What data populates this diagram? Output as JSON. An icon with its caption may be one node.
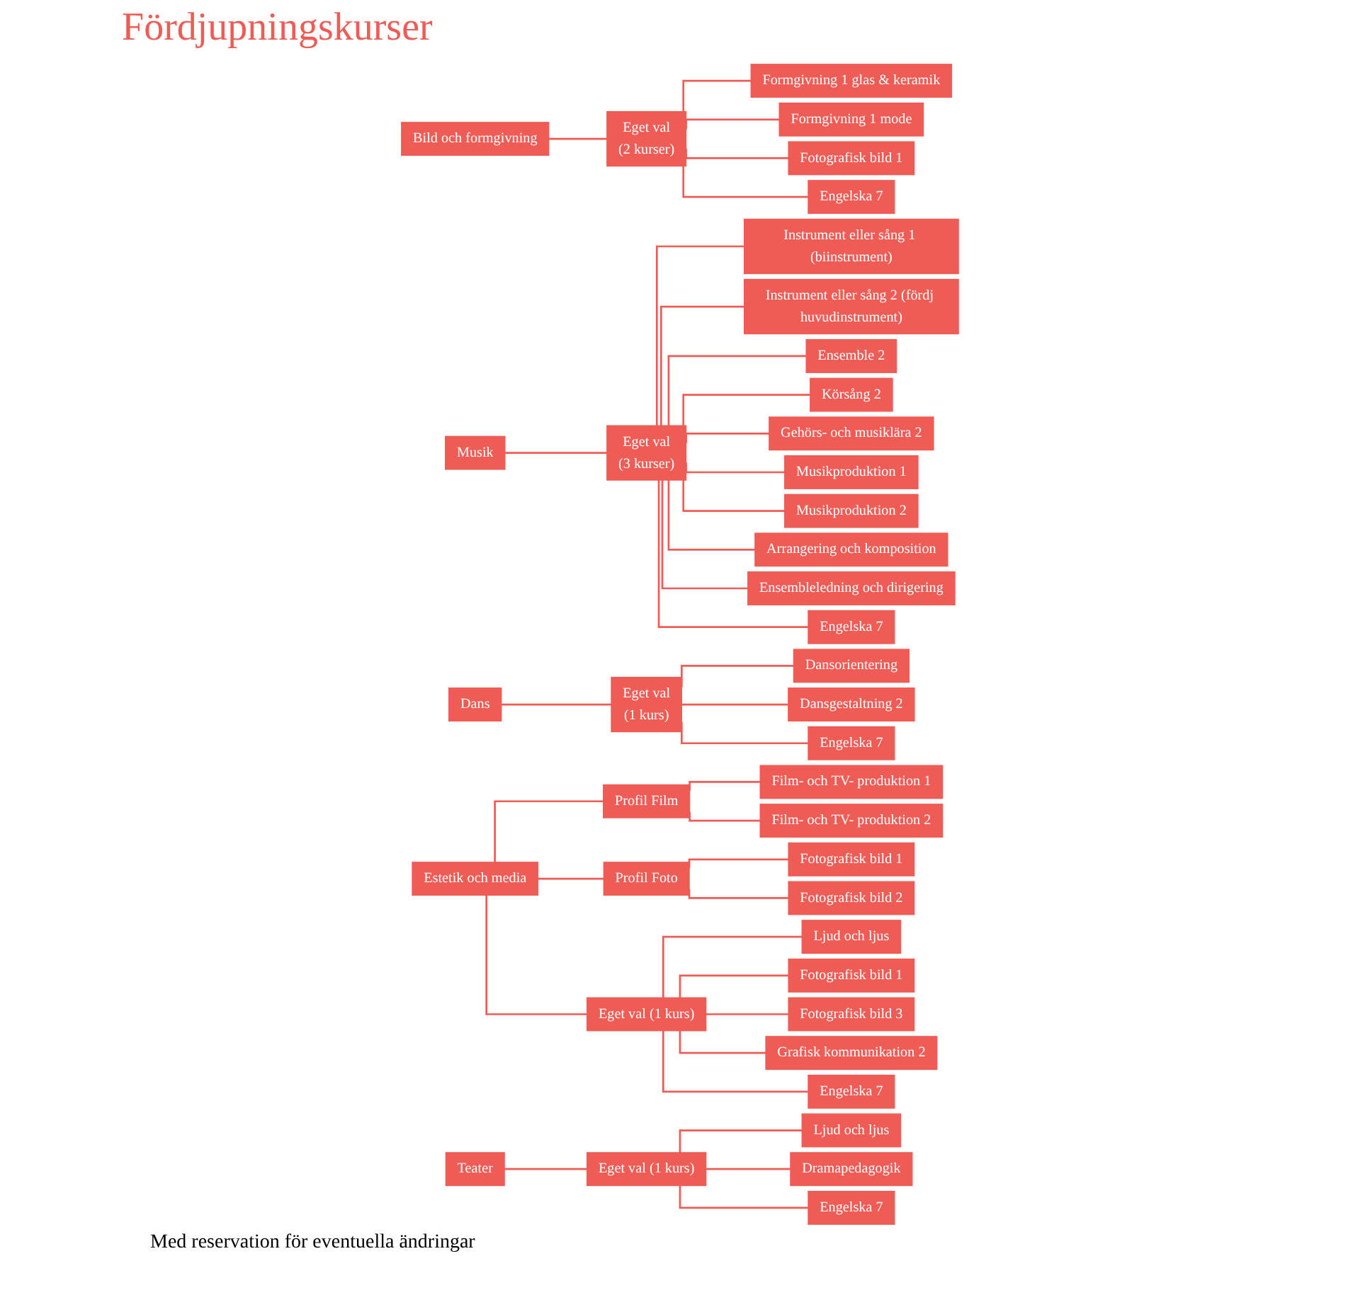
{
  "diagram": {
    "title": "Fördjupningskurser",
    "caption": "Med reservation för eventuella ändringar",
    "nodes": [
      {
        "text": [
          "Bild och formgivning"
        ]
      },
      {
        "text": [
          "Eget val",
          "(2 kurser)"
        ]
      },
      {
        "text": [
          "Formgivning 1 glas & keramik"
        ]
      },
      {
        "text": [
          "Formgivning 1 mode"
        ]
      },
      {
        "text": [
          "Fotografisk bild 1"
        ]
      },
      {
        "text": [
          "Engelska 7"
        ]
      },
      {
        "text": [
          "Musik"
        ]
      },
      {
        "text": [
          "Eget val",
          "(3 kurser)"
        ]
      },
      {
        "text": [
          "Instrument eller sång 1 (biinstrument)"
        ]
      },
      {
        "text": [
          "Instrument eller sång 2 (fördj huvudinstrument)"
        ]
      },
      {
        "text": [
          "Ensemble 2"
        ]
      },
      {
        "text": [
          "Körsång 2"
        ]
      },
      {
        "text": [
          "Gehörs- och musiklära 2"
        ]
      },
      {
        "text": [
          "Musikproduktion 1"
        ]
      },
      {
        "text": [
          "Musikproduktion 2"
        ]
      },
      {
        "text": [
          "Arrangering och komposition"
        ]
      },
      {
        "text": [
          "Ensembleledning och dirigering"
        ]
      },
      {
        "text": [
          "Engelska 7"
        ]
      },
      {
        "text": [
          "Dans"
        ]
      },
      {
        "text": [
          "Eget val",
          "(1 kurs)"
        ]
      },
      {
        "text": [
          "Dansorientering"
        ]
      },
      {
        "text": [
          "Dansgestaltning 2"
        ]
      },
      {
        "text": [
          "Engelska 7"
        ]
      },
      {
        "text": [
          "Estetik och media"
        ]
      },
      {
        "text": [
          "Profil Film"
        ]
      },
      {
        "text": [
          "Profil Foto"
        ]
      },
      {
        "text": [
          "Eget val (1 kurs)"
        ]
      },
      {
        "text": [
          "Film- och TV- produktion 1"
        ]
      },
      {
        "text": [
          "Film- och TV- produktion 2"
        ]
      },
      {
        "text": [
          "Fotografisk bild 1"
        ]
      },
      {
        "text": [
          "Fotografisk bild 2"
        ]
      },
      {
        "text": [
          "Ljud och ljus"
        ]
      },
      {
        "text": [
          "Fotografisk bild 1"
        ]
      },
      {
        "text": [
          "Fotografisk bild 3"
        ]
      },
      {
        "text": [
          "Grafisk kommunikation 2"
        ]
      },
      {
        "text": [
          "Engelska 7"
        ]
      },
      {
        "text": [
          "Teater"
        ]
      },
      {
        "text": [
          "Eget val (1 kurs)"
        ]
      },
      {
        "text": [
          "Ljud och ljus"
        ]
      },
      {
        "text": [
          "Dramapedagogik"
        ]
      },
      {
        "text": [
          "Engelska 7"
        ]
      }
    ],
    "edges": [
      {
        "from": 0,
        "to": 1,
        "arrow": "none"
      },
      {
        "from": 1,
        "to": 2,
        "arrow": "none"
      },
      {
        "from": 1,
        "to": 3,
        "arrow": "none"
      },
      {
        "from": 1,
        "to": 4,
        "arrow": "none"
      },
      {
        "from": 1,
        "to": 5,
        "arrow": "none"
      },
      {
        "from": 6,
        "to": 7,
        "arrow": "none"
      },
      {
        "from": 7,
        "to": 8,
        "arrow": "none"
      },
      {
        "from": 7,
        "to": 9,
        "arrow": "none"
      },
      {
        "from": 7,
        "to": 10,
        "arrow": "none"
      },
      {
        "from": 7,
        "to": 11,
        "arrow": "none"
      },
      {
        "from": 7,
        "to": 12,
        "arrow": "none"
      },
      {
        "from": 7,
        "to": 13,
        "arrow": "none"
      },
      {
        "from": 7,
        "to": 14,
        "arrow": "none"
      },
      {
        "from": 7,
        "to": 15,
        "arrow": "none"
      },
      {
        "from": 7,
        "to": 16,
        "arrow": "none"
      },
      {
        "from": 7,
        "to": 17,
        "arrow": "none"
      },
      {
        "from": 18,
        "to": 19,
        "arrow": "none"
      },
      {
        "from": 19,
        "to": 20,
        "arrow": "none"
      },
      {
        "from": 19,
        "to": 21,
        "arrow": "none"
      },
      {
        "from": 19,
        "to": 22,
        "arrow": "none"
      },
      {
        "from": 23,
        "to": 24,
        "arrow": "none"
      },
      {
        "from": 23,
        "to": 25,
        "arrow": "none"
      },
      {
        "from": 23,
        "to": 26,
        "arrow": "none"
      },
      {
        "from": 24,
        "to": 27,
        "arrow": "none"
      },
      {
        "from": 24,
        "to": 28,
        "arrow": "none"
      },
      {
        "from": 25,
        "to": 29,
        "arrow": "none"
      },
      {
        "from": 25,
        "to": 30,
        "arrow": "none"
      },
      {
        "from": 26,
        "to": 31,
        "arrow": "none"
      },
      {
        "from": 26,
        "to": 32,
        "arrow": "none"
      },
      {
        "from": 26,
        "to": 33,
        "arrow": "none"
      },
      {
        "from": 26,
        "to": 34,
        "arrow": "none"
      },
      {
        "from": 26,
        "to": 35,
        "arrow": "none"
      },
      {
        "from": 36,
        "to": 37,
        "arrow": "none"
      },
      {
        "from": 37,
        "to": 38,
        "arrow": "none"
      },
      {
        "from": 37,
        "to": 39,
        "arrow": "none"
      },
      {
        "from": 37,
        "to": 40,
        "arrow": "none"
      }
    ]
  }
}
